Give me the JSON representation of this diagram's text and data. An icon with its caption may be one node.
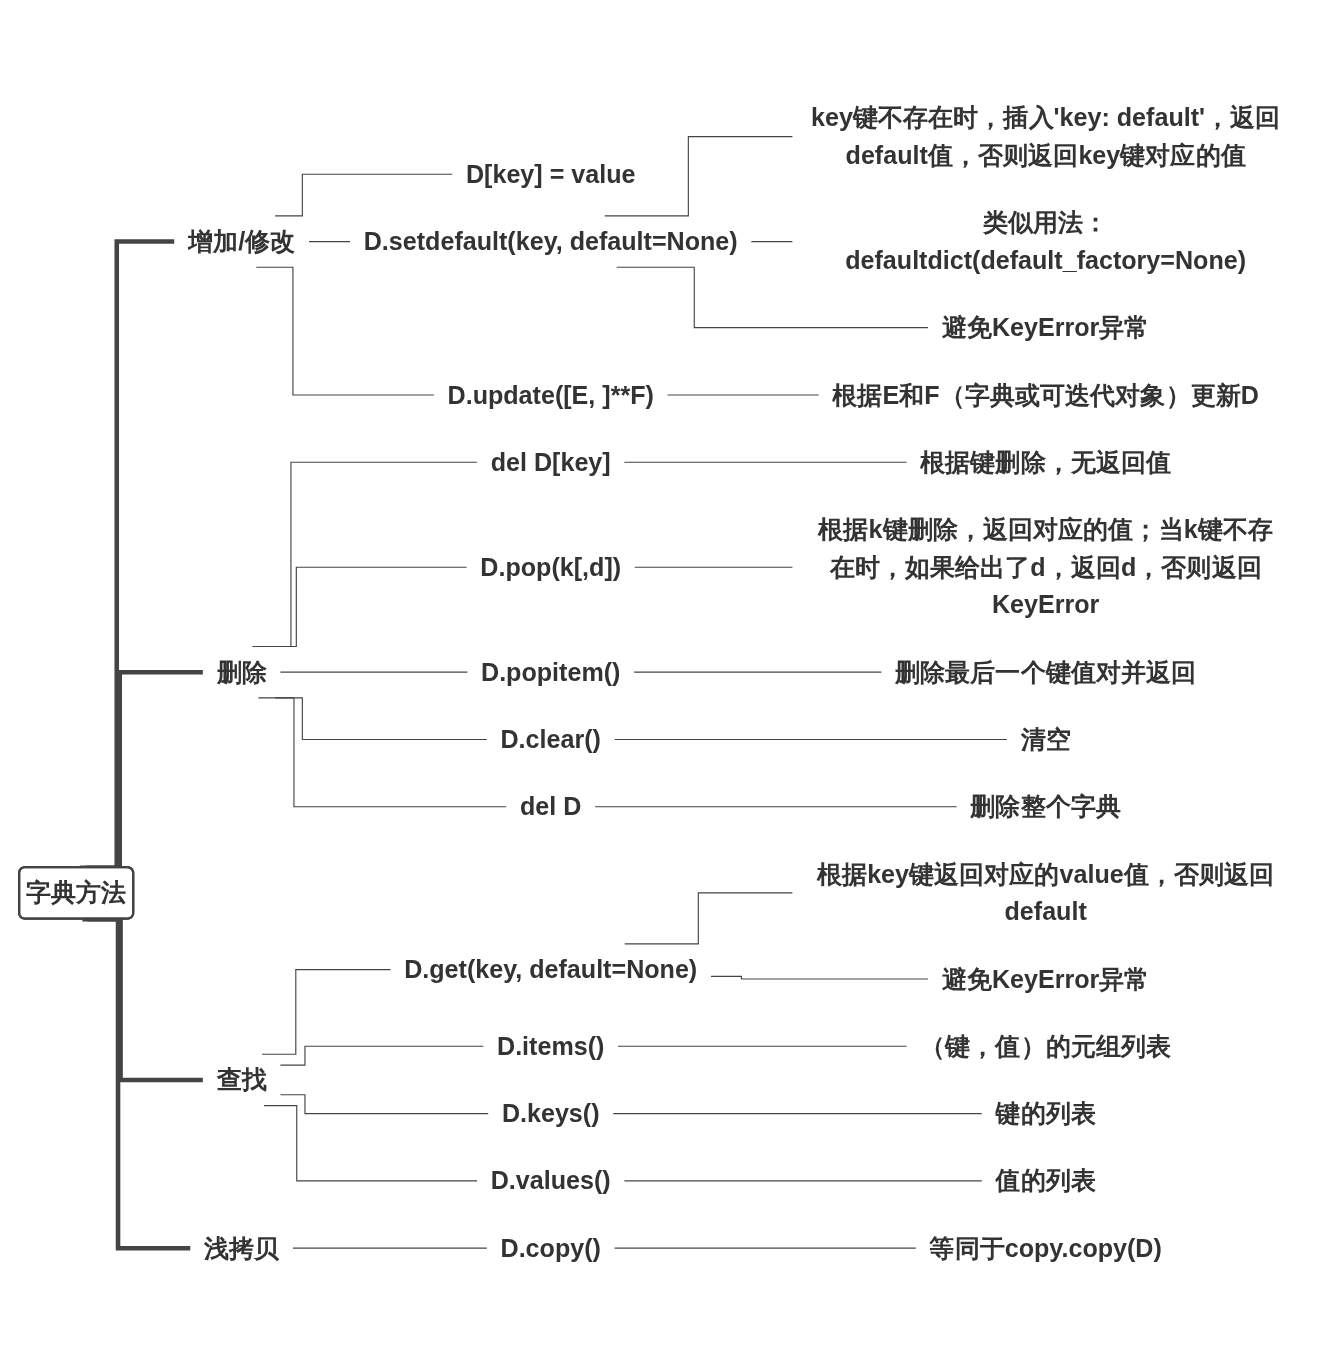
{
  "diagram": {
    "nodes": [
      {
        "text": [
          "字典方法"
        ]
      },
      {
        "text": [
          "增加/修改"
        ]
      },
      {
        "text": [
          "D[key] = value"
        ]
      },
      {
        "text": [
          "D.setdefault(key, default=None)"
        ]
      },
      {
        "text": [
          "key键不存在时，插入'key: default'，返回default值，否则返回key键对应的值"
        ]
      },
      {
        "text": [
          "类似用法：defaultdict(default_factory=None)"
        ]
      },
      {
        "text": [
          "避免KeyError异常"
        ]
      },
      {
        "text": [
          "D.update([E, ]**F)"
        ]
      },
      {
        "text": [
          "根据E和F（字典或可迭代对象）更新D"
        ]
      },
      {
        "text": [
          "删除"
        ]
      },
      {
        "text": [
          "del D[key]"
        ]
      },
      {
        "text": [
          "根据键删除，无返回值"
        ]
      },
      {
        "text": [
          "D.pop(k[,d])"
        ]
      },
      {
        "text": [
          "根据k键删除，返回对应的值；当k键不存在时，如果给出了d，返回d，否则返回KeyError"
        ]
      },
      {
        "text": [
          "D.popitem()"
        ]
      },
      {
        "text": [
          "删除最后一个键值对并返回"
        ]
      },
      {
        "text": [
          "D.clear()"
        ]
      },
      {
        "text": [
          "清空"
        ]
      },
      {
        "text": [
          "del D"
        ]
      },
      {
        "text": [
          "删除整个字典"
        ]
      },
      {
        "text": [
          "查找"
        ]
      },
      {
        "text": [
          "D.get(key, default=None)"
        ]
      },
      {
        "text": [
          "根据key键返回对应的value值，否则返回default"
        ]
      },
      {
        "text": [
          "避免KeyError异常"
        ]
      },
      {
        "text": [
          "D.items()"
        ]
      },
      {
        "text": [
          "（键，值）的元组列表"
        ]
      },
      {
        "text": [
          "D.keys()"
        ]
      },
      {
        "text": [
          "键的列表"
        ]
      },
      {
        "text": [
          "D.values()"
        ]
      },
      {
        "text": [
          "值的列表"
        ]
      },
      {
        "text": [
          "浅拷贝"
        ]
      },
      {
        "text": [
          "D.copy()"
        ]
      },
      {
        "text": [
          "等同于copy.copy(D)"
        ]
      }
    ],
    "edges": [
      {
        "from": 0,
        "to": 1,
        "arrow": "none",
        "style": "thick"
      },
      {
        "from": 1,
        "to": 2,
        "arrow": "none"
      },
      {
        "from": 1,
        "to": 3,
        "arrow": "none"
      },
      {
        "from": 3,
        "to": 4,
        "arrow": "none"
      },
      {
        "from": 3,
        "to": 5,
        "arrow": "none"
      },
      {
        "from": 3,
        "to": 6,
        "arrow": "none"
      },
      {
        "from": 1,
        "to": 7,
        "arrow": "none"
      },
      {
        "from": 7,
        "to": 8,
        "arrow": "none"
      },
      {
        "from": 0,
        "to": 9,
        "arrow": "none",
        "style": "thick"
      },
      {
        "from": 9,
        "to": 10,
        "arrow": "none"
      },
      {
        "from": 10,
        "to": 11,
        "arrow": "none"
      },
      {
        "from": 9,
        "to": 12,
        "arrow": "none"
      },
      {
        "from": 12,
        "to": 13,
        "arrow": "none"
      },
      {
        "from": 9,
        "to": 14,
        "arrow": "none"
      },
      {
        "from": 14,
        "to": 15,
        "arrow": "none"
      },
      {
        "from": 9,
        "to": 16,
        "arrow": "none"
      },
      {
        "from": 16,
        "to": 17,
        "arrow": "none"
      },
      {
        "from": 9,
        "to": 18,
        "arrow": "none"
      },
      {
        "from": 18,
        "to": 19,
        "arrow": "none"
      },
      {
        "from": 0,
        "to": 20,
        "arrow": "none",
        "style": "thick"
      },
      {
        "from": 20,
        "to": 21,
        "arrow": "none"
      },
      {
        "from": 21,
        "to": 22,
        "arrow": "none"
      },
      {
        "from": 21,
        "to": 23,
        "arrow": "none"
      },
      {
        "from": 20,
        "to": 24,
        "arrow": "none"
      },
      {
        "from": 24,
        "to": 25,
        "arrow": "none"
      },
      {
        "from": 20,
        "to": 26,
        "arrow": "none"
      },
      {
        "from": 26,
        "to": 27,
        "arrow": "none"
      },
      {
        "from": 20,
        "to": 28,
        "arrow": "none"
      },
      {
        "from": 28,
        "to": 29,
        "arrow": "none"
      },
      {
        "from": 0,
        "to": 30,
        "arrow": "none",
        "style": "thick"
      },
      {
        "from": 30,
        "to": 31,
        "arrow": "none"
      },
      {
        "from": 31,
        "to": 32,
        "arrow": "none"
      }
    ]
  }
}
